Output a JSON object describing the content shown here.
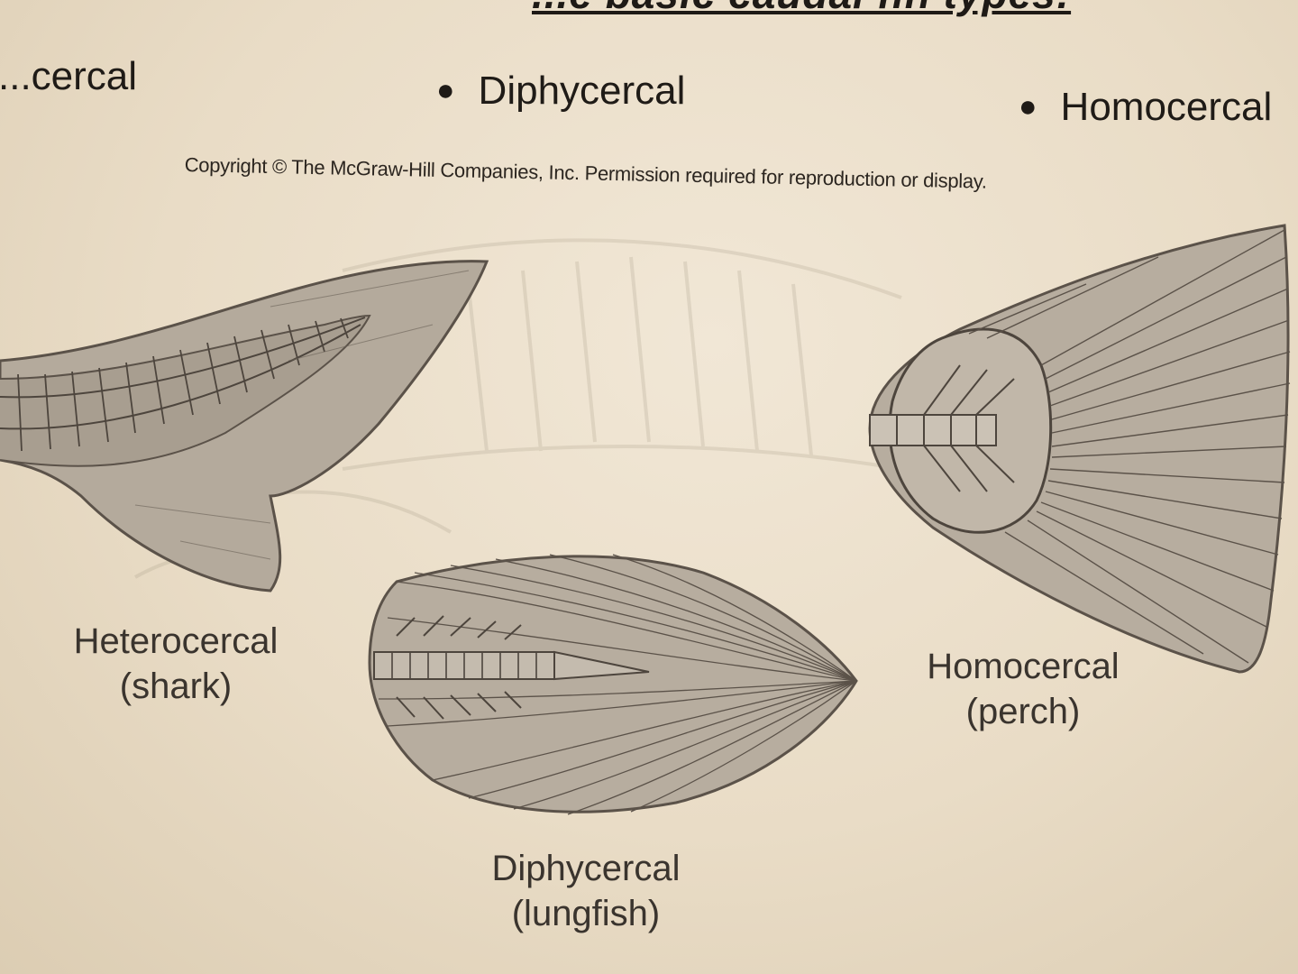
{
  "header": {
    "heading_fragment": "...e basic caudal fin types:"
  },
  "bullets": [
    {
      "label": "...cercal"
    },
    {
      "label": "Diphycercal"
    },
    {
      "label": "Homocercal"
    }
  ],
  "copyright": "Copyright © The McGraw-Hill Companies, Inc. Permission required for reproduction or display.",
  "figures": [
    {
      "name": "Heterocercal",
      "example": "(shark)"
    },
    {
      "name": "Diphycercal",
      "example": "(lungfish)"
    },
    {
      "name": "Homocercal",
      "example": "(perch)"
    }
  ],
  "colors": {
    "paper": "#ece1cd",
    "fin_fill": "#b4aa9c",
    "ink": "#3a342e"
  }
}
